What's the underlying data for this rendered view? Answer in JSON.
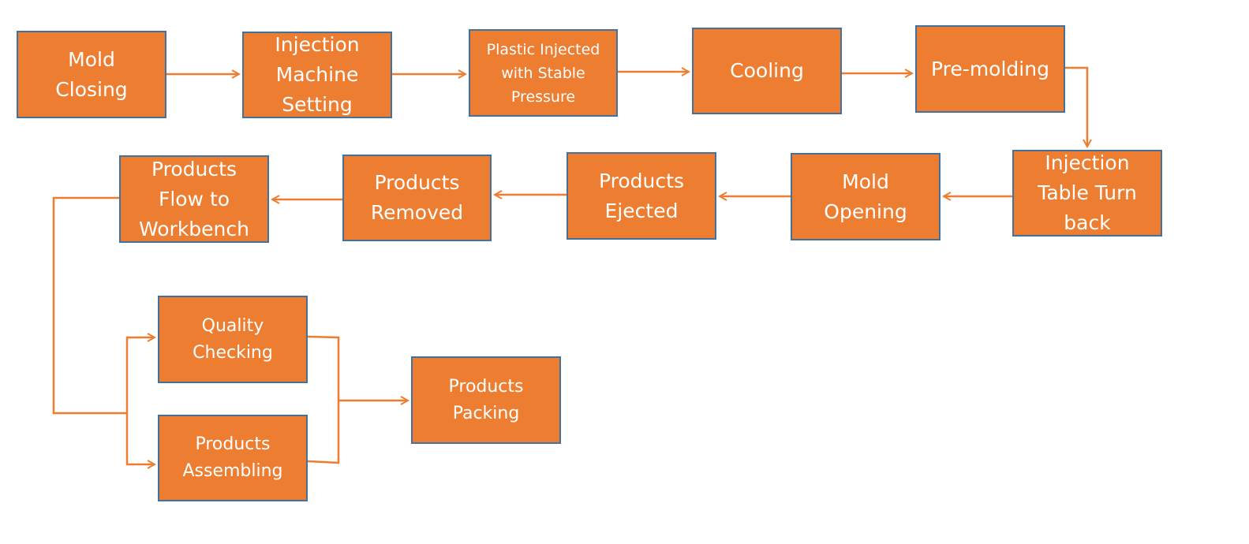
{
  "diagram": {
    "nodes": {
      "mold_closing": "Mold\nClosing",
      "injection_machine_setting": "Injection\nMachine\nSetting",
      "plastic_injected": "Plastic Injected\nwith Stable\nPressure",
      "cooling": "Cooling",
      "pre_molding": "Pre-molding",
      "injection_table_turn_back": "Injection\nTable Turn\nback",
      "mold_opening": "Mold\nOpening",
      "products_ejected": "Products\nEjected",
      "products_removed": "Products\nRemoved",
      "products_flow_to_workbench": "Products\nFlow to\nWorkbench",
      "quality_checking": "Quality\nChecking",
      "products_assembling": "Products\nAssembling",
      "products_packing": "Products\nPacking"
    },
    "edges": [
      [
        "Mold Closing",
        "Injection Machine Setting"
      ],
      [
        "Injection Machine Setting",
        "Plastic Injected with Stable Pressure"
      ],
      [
        "Plastic Injected with Stable Pressure",
        "Cooling"
      ],
      [
        "Cooling",
        "Pre-molding"
      ],
      [
        "Pre-molding",
        "Injection Table Turn back"
      ],
      [
        "Injection Table Turn back",
        "Mold Opening"
      ],
      [
        "Mold Opening",
        "Products Ejected"
      ],
      [
        "Products Ejected",
        "Products Removed"
      ],
      [
        "Products Removed",
        "Products Flow to Workbench"
      ],
      [
        "Products Flow to Workbench",
        "Quality Checking"
      ],
      [
        "Products Flow to Workbench",
        "Products Assembling"
      ],
      [
        "Quality Checking",
        "Products Packing"
      ],
      [
        "Products Assembling",
        "Products Packing"
      ]
    ],
    "colors": {
      "node_fill": "#ED7D31",
      "node_border": "#41719C",
      "node_text": "#FFFFFF",
      "connector": "#ED7D31"
    }
  }
}
